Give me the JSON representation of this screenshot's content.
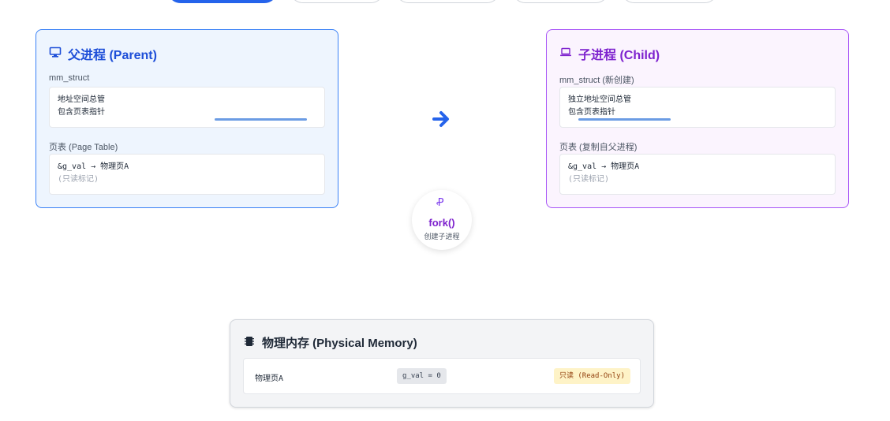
{
  "colors": {
    "parent_accent": "#2563eb",
    "child_accent": "#7e22ce",
    "parent_bg": "#eef5fe",
    "child_bg": "#fbf4fe",
    "readonly_bg": "#fef3c7"
  },
  "tabs": [
    {
      "active": true
    },
    {
      "active": false
    },
    {
      "active": false
    },
    {
      "active": false
    },
    {
      "active": false
    }
  ],
  "parent": {
    "icon": "desktop-icon",
    "title": "父进程 (Parent)",
    "mm_label": "mm_struct",
    "mm_line1": "地址空间总管",
    "mm_line2": "包含页表指针",
    "pt_label": "页表 (Page Table)",
    "pt_line1": "&g_val → 物理页A",
    "pt_line2": "(只读标记)"
  },
  "child": {
    "icon": "laptop-icon",
    "title": "子进程 (Child)",
    "mm_label": "mm_struct (新创建)",
    "mm_line1": "独立地址空间总管",
    "mm_line2": "包含页表指针",
    "pt_label": "页表 (复制自父进程)",
    "pt_line1": "&g_val → 物理页A",
    "pt_line2": "(只读标记)"
  },
  "arrow": {
    "icon": "arrow-right-icon"
  },
  "fork": {
    "icon_glyph": "Ꝓ",
    "title": "fork()",
    "subtitle": "创建子进程"
  },
  "memory": {
    "icon": "chip-icon",
    "title": "物理内存 (Physical Memory)",
    "page_name": "物理页A",
    "value": "g_val = 0",
    "permission": "只读 (Read-Only)"
  }
}
